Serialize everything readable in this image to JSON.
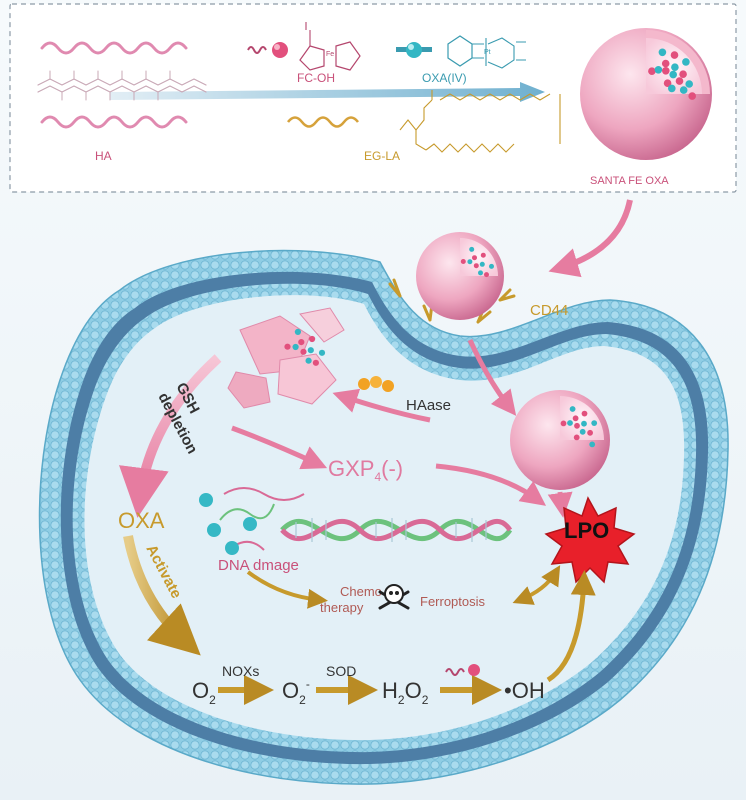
{
  "top_panel": {
    "labels": {
      "ha": "HA",
      "fc_oh": "FC-OH",
      "oxa_iv": "OXA(IV)",
      "eg_la": "EG-LA",
      "nanoparticle": "SANTA FE OXA"
    }
  },
  "cell": {
    "receptor": "CD44",
    "enzyme": "HAase",
    "gsh_depletion": [
      "GSH",
      "depletion"
    ],
    "gxp4": {
      "main": "GXP",
      "sub": "4",
      "suffix": "(-)"
    },
    "oxa": "OXA",
    "activate": "Activate",
    "dna_damage": "DNA dmage",
    "chemo": [
      "Chemo",
      "therapy"
    ],
    "ferroptosis": "Ferroptosis",
    "lpo": "LPO",
    "cascade": {
      "o2": "O",
      "o2_sub": "2",
      "noxs": "NOXs",
      "superoxide": "O",
      "superoxide_sub": "2",
      "superoxide_sup": "-",
      "sod": "SOD",
      "h2o2_h": "H",
      "h2o2_sub1": "2",
      "h2o2_o": "O",
      "h2o2_sub2": "2",
      "oh": "•OH"
    }
  },
  "colors": {
    "pink_label": "#c9517a",
    "teal_label": "#3a9bb0",
    "gold_label": "#c79a2c",
    "membrane": "#7ec4de",
    "cytoplasm": "#e6f1f8",
    "lpo_red": "#e8202a"
  }
}
